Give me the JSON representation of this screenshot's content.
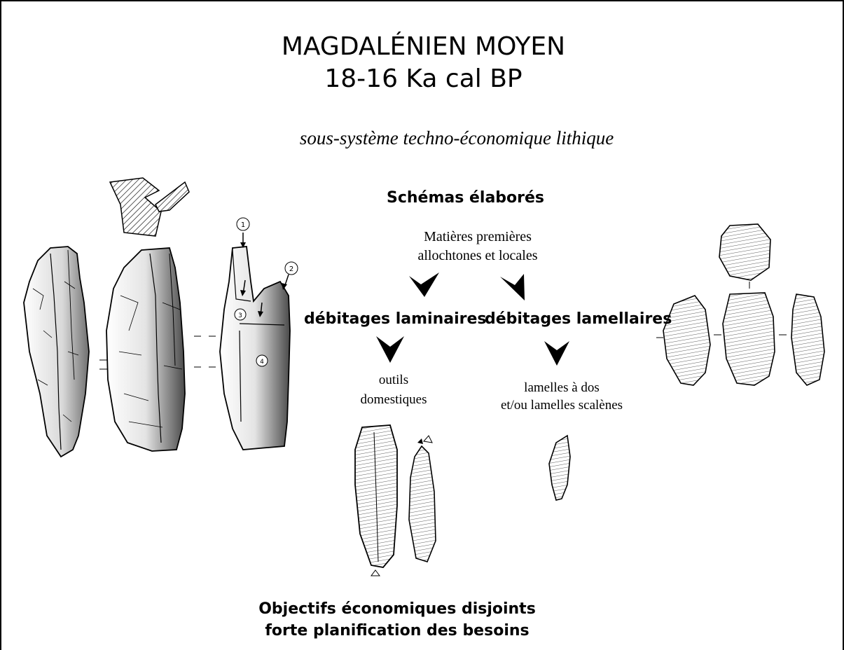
{
  "title": {
    "line1": "MAGDALÉNIEN MOYEN",
    "line2": "18-16 Ka cal BP"
  },
  "subtitle": "sous-système techno-économique lithique",
  "schemes": {
    "heading": "Schémas élaborés",
    "raw_materials_line1": "Matières premières",
    "raw_materials_line2": "allochtones et locales",
    "blade_branch": "débitages laminaires",
    "bladelet_branch": "débitages lamellaires",
    "tools_line1": "outils",
    "tools_line2": "domestiques",
    "bladelets_line1": "lamelles à dos",
    "bladelets_line2": "et/ou lamelles scalènes"
  },
  "removal_markers": [
    "1",
    "2",
    "3",
    "4"
  ],
  "conclusion": {
    "line1": "Objectifs économiques disjoints",
    "line2": "forte planification des besoins"
  },
  "icons": [
    "arrow-chevron-icon",
    "flint-core-drawing",
    "blade-tool-drawing",
    "bladelet-drawing"
  ],
  "colors": {
    "ink": "#000000",
    "background": "#ffffff",
    "shade": "#9a9a9a"
  }
}
